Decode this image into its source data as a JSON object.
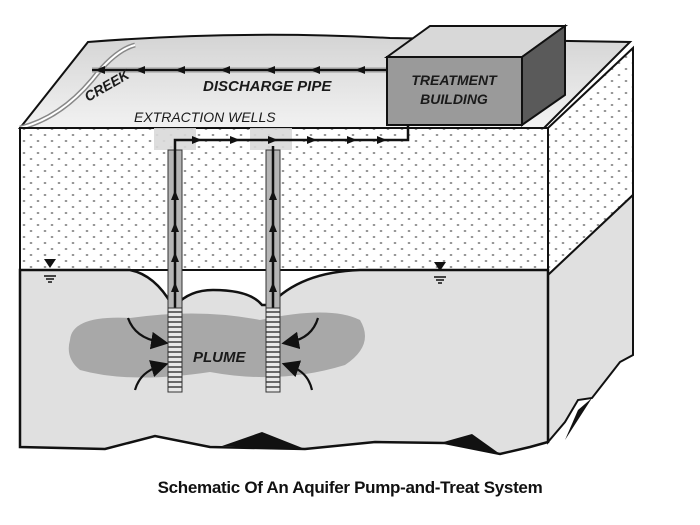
{
  "labels": {
    "creek": "CREEK",
    "discharge_pipe": "DISCHARGE PIPE",
    "treatment_building_line1": "TREATMENT",
    "treatment_building_line2": "BUILDING",
    "extraction_wells": "EXTRACTION WELLS",
    "plume": "PLUME"
  },
  "caption": "Schematic Of An Aquifer Pump-and-Treat System",
  "icons": [
    "water-table-symbol",
    "flow-arrow",
    "well-screen"
  ],
  "colors": {
    "outline": "#111111",
    "ground_surface": "#e6e6e6",
    "vadose_zone": "#ffffff",
    "saturated_zone": "#e0e0e0",
    "plume": "#a8a8a8",
    "building_front": "#9a9a9a",
    "building_side": "#5a5a5a",
    "building_top": "#d8d8d8"
  }
}
